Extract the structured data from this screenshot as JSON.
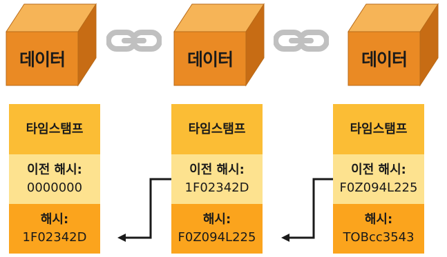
{
  "cubes": [
    {
      "label": "데이터"
    },
    {
      "label": "데이터"
    },
    {
      "label": "데이터"
    }
  ],
  "blocks": [
    {
      "timestamp": "타임스탬프",
      "prev_label": "이전 해시:",
      "prev_value": "0000000",
      "hash_label": "해시:",
      "hash_value": "1F02342D"
    },
    {
      "timestamp": "타임스탬프",
      "prev_label": "이전 해시:",
      "prev_value": "1F02342D",
      "hash_label": "해시:",
      "hash_value": "F0Z094L225"
    },
    {
      "timestamp": "타임스탬프",
      "prev_label": "이전 해시:",
      "prev_value": "F0Z094L225",
      "hash_label": "해시:",
      "hash_value": "TOBcc3543"
    }
  ],
  "colors": {
    "cube_front": "#ea8a24",
    "cube_top": "#f6b457",
    "cube_side": "#c76c14",
    "link": "#c0c0c0",
    "timestamp_bg": "#fbbd35",
    "prev_bg": "#fde28f",
    "hash_bg": "#fba41d",
    "arrow": "#1a1a1a"
  }
}
